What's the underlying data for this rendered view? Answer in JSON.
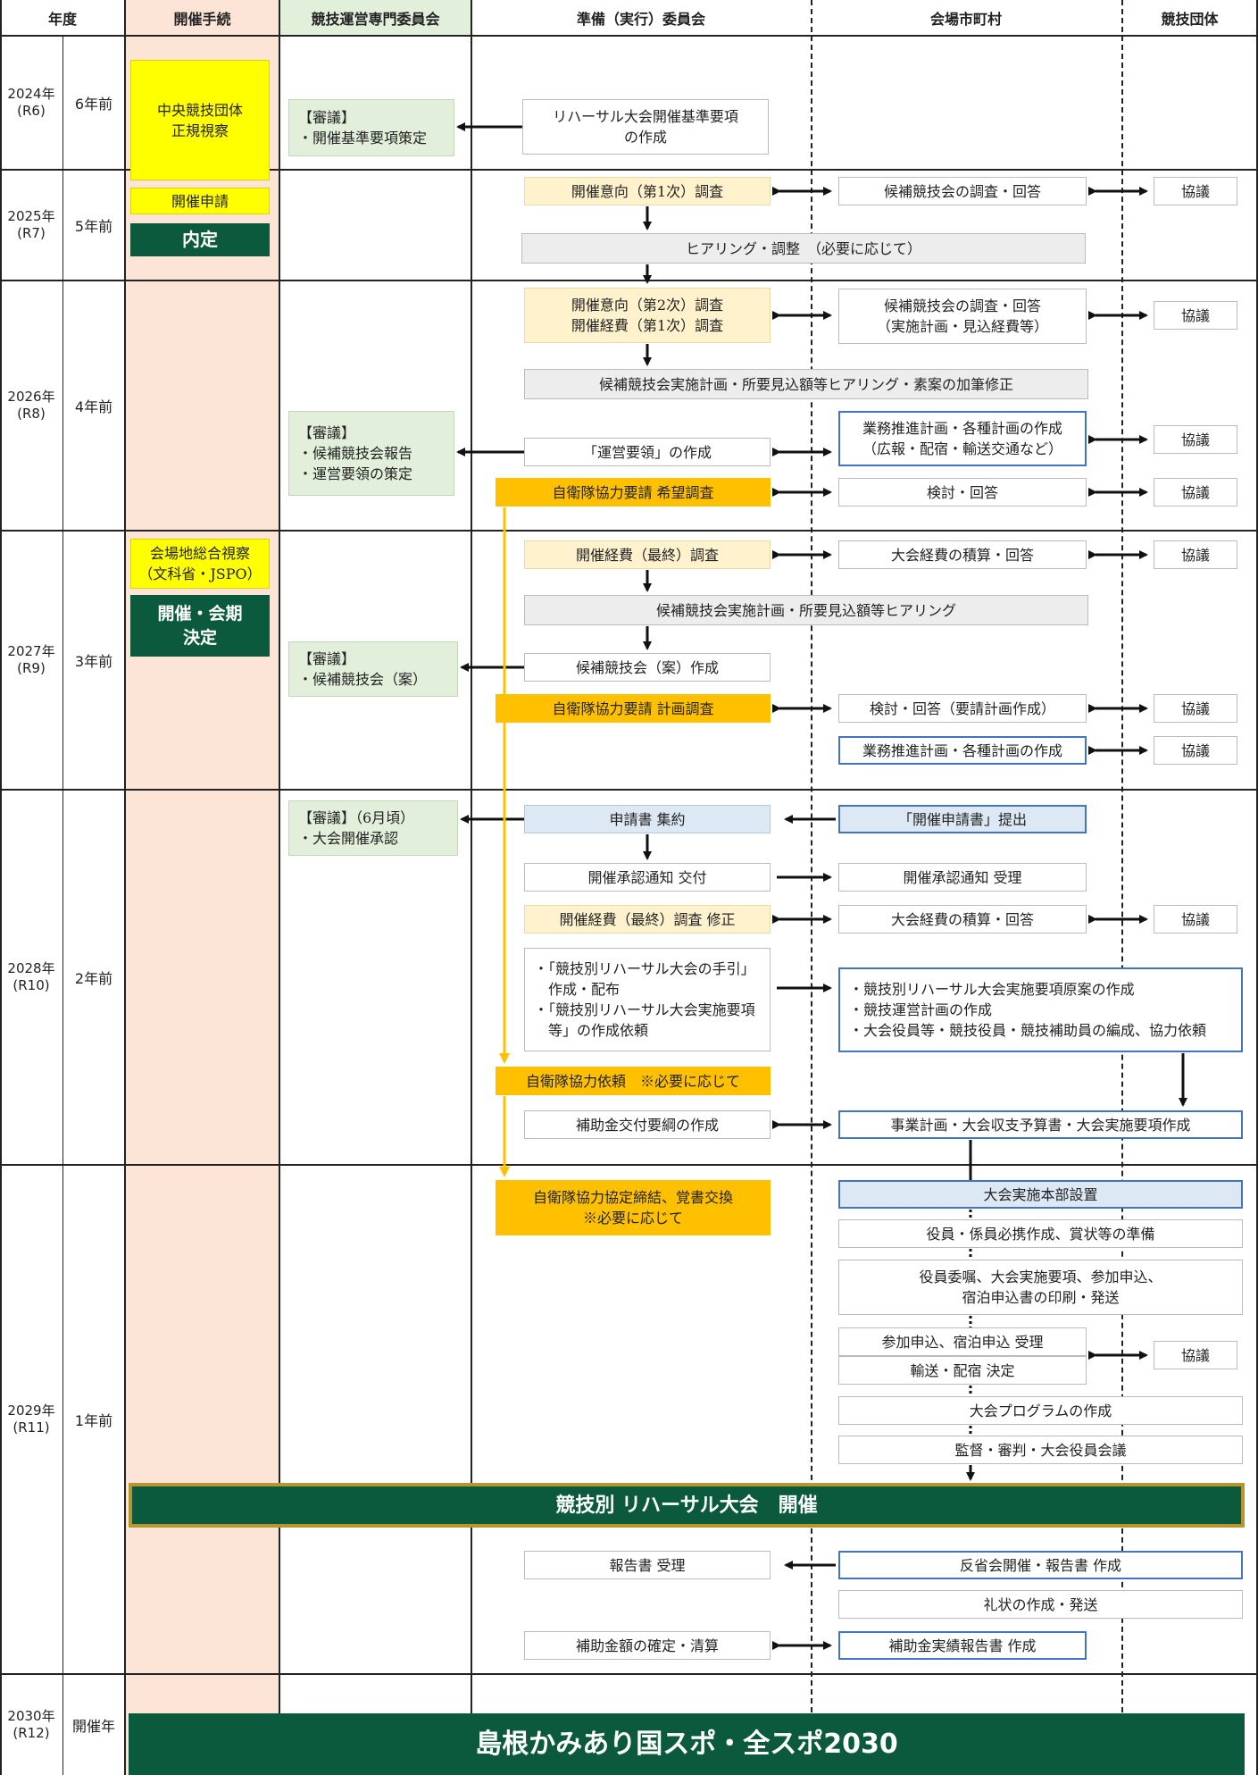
{
  "headers": [
    "年度",
    "開催手続",
    "競技運営専門委員会",
    "準備（実行）委員会",
    "会場市町村",
    "競技団体"
  ],
  "years": [
    {
      "year": "2024年",
      "era": "(R6)",
      "rel": "6年前"
    },
    {
      "year": "2025年",
      "era": "(R7)",
      "rel": "5年前"
    },
    {
      "year": "2026年",
      "era": "(R8)",
      "rel": "4年前"
    },
    {
      "year": "2027年",
      "era": "(R9)",
      "rel": "3年前"
    },
    {
      "year": "2028年",
      "era": "(R10)",
      "rel": "2年前"
    },
    {
      "year": "2029年",
      "era": "(R11)",
      "rel": "1年前"
    },
    {
      "year": "2030年",
      "era": "(R12)",
      "rel": "開催年"
    }
  ],
  "procedures": {
    "inspection": "中央競技団体\n正規視察",
    "application": "開催申請",
    "naitei": "内定",
    "site_inspection": "会場地総合視察\n（文科省・JSPO）",
    "decision": "開催・会期\n決定"
  },
  "committee": {
    "c1": "【審議】\n・開催基準要項策定",
    "c2": "【審議】\n・候補競技会報告\n・運営要領の策定",
    "c3": "【審議】\n・候補競技会（案）",
    "c4": "【審議】（6月頃）\n・大会開催承認"
  },
  "prep": {
    "p1": "リハーサル大会開催基準要項\nの作成",
    "p2": "開催意向（第1次）調査",
    "p3": "ヒアリング・調整　（必要に応じて）",
    "p4": "開催意向（第2次）調査\n開催経費（第1次）調査",
    "p5": "候補競技会実施計画・所要見込額等ヒアリング・素案の加筆修正",
    "p6": "「運営要領」の作成",
    "p7": "自衛隊協力要請 希望調査",
    "p8": "開催経費（最終）調査",
    "p9": "候補競技会実施計画・所要見込額等ヒアリング",
    "p10": "候補競技会（案）作成",
    "p11": "自衛隊協力要請 計画調査",
    "p12": "申請書 集約",
    "p13": "開催承認通知 交付",
    "p14": "開催経費（最終）調査 修正",
    "p15": "・「競技別リハーサル大会の手引」\n　作成・配布\n・「競技別リハーサル大会実施要項\n　等」の作成依頼",
    "p16": "自衛隊協力依頼　※必要に応じて",
    "p17": "補助金交付要綱の作成",
    "p18": "自衛隊協力協定締結、覚書交換\n※必要に応じて",
    "p19": "報告書 受理",
    "p20": "補助金額の確定・清算"
  },
  "city": {
    "m1": "候補競技会の調査・回答",
    "m2": "候補競技会の調査・回答\n（実施計画・見込経費等）",
    "m3": "業務推進計画・各種計画の作成\n（広報・配宿・輸送交通など）",
    "m4": "検討・回答",
    "m5": "大会経費の積算・回答",
    "m6": "検討・回答（要請計画作成）",
    "m7": "業務推進計画・各種計画の作成",
    "m8": "「開催申請書」提出",
    "m9": "開催承認通知 受理",
    "m10": "大会経費の積算・回答",
    "m11": "・競技別リハーサル大会実施要項原案の作成\n・競技運営計画の作成\n・大会役員等・競技役員・競技補助員の編成、協力依頼",
    "m12": "事業計画・大会収支予算書・大会実施要項作成",
    "m13": "大会実施本部設置",
    "m14": "役員・係員必携作成、賞状等の準備",
    "m15": "役員委嘱、大会実施要項、参加申込、\n宿泊申込書の印刷・発送",
    "m16": "参加申込、宿泊申込 受理",
    "m17": "輸送・配宿 決定",
    "m18": "大会プログラムの作成",
    "m19": "監督・審判・大会役員会議",
    "m20": "反省会開催・報告書 作成",
    "m21": "礼状の作成・発送",
    "m22": "補助金実績報告書 作成"
  },
  "federation": {
    "label": "協議"
  },
  "rehearsal_banner": "競技別 リハーサル大会　開催",
  "final_banner": "島根かみあり国スポ・全スポ2030",
  "colors": {
    "procedure_column": "#fce4d6",
    "dark_green": "#0c5a3e",
    "gold": "#ffc000",
    "yellow": "#ffff00",
    "blue_border": "#4472c4"
  }
}
